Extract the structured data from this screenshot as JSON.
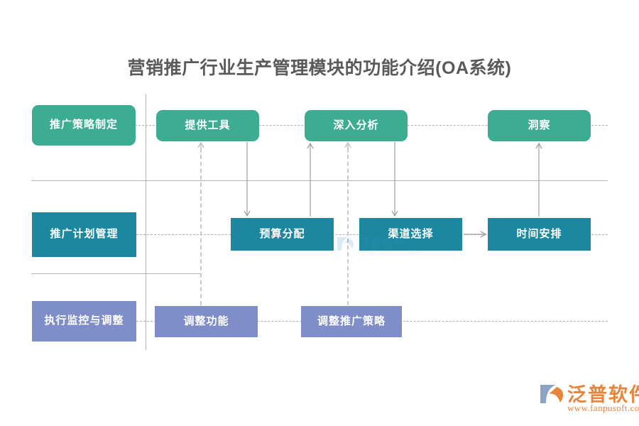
{
  "page": {
    "title": "营销推广行业生产管理模块的功能介绍(OA系统)",
    "background": "#ffffff"
  },
  "colors": {
    "row1": "#3cac93",
    "row2": "#1c88a0",
    "row3": "#7f8dc9",
    "title_text": "#5a5a5a",
    "guide_line": "#b3b3b3",
    "dashed_line": "#b0b0b0",
    "arrow": "#9e9e9e",
    "logo": "#e6853c"
  },
  "rows": [
    {
      "id": "row-1",
      "lead": "推广策略制定",
      "boxes": [
        {
          "label": "提供工具"
        },
        {
          "label": "深入分析"
        },
        {
          "label": "洞察"
        }
      ]
    },
    {
      "id": "row-2",
      "lead": "推广计划管理",
      "boxes": [
        {
          "label": "预算分配"
        },
        {
          "label": "渠道选择"
        },
        {
          "label": "时间安排"
        }
      ]
    },
    {
      "id": "row-3",
      "lead": "执行监控与调整",
      "boxes": [
        {
          "label": "调整功能"
        },
        {
          "label": "调整推广策略"
        }
      ]
    }
  ],
  "watermark": {
    "text": "泛普软件",
    "sub": "FANPU SOFTWARE"
  },
  "logo": {
    "name": "泛普软件",
    "url": "www.fanpusoft.com"
  },
  "chart_data": {
    "type": "diagram",
    "title": "营销推广行业生产管理模块的功能介绍(OA系统)",
    "nodes": [
      {
        "id": "n1",
        "label": "推广策略制定",
        "row": 1,
        "col": 0,
        "color": "#3cac93",
        "shape": "rounded-rect"
      },
      {
        "id": "n2",
        "label": "提供工具",
        "row": 1,
        "col": 1,
        "color": "#3cac93",
        "shape": "rounded-rect"
      },
      {
        "id": "n3",
        "label": "深入分析",
        "row": 1,
        "col": 2,
        "color": "#3cac93",
        "shape": "rounded-rect"
      },
      {
        "id": "n4",
        "label": "洞察",
        "row": 1,
        "col": 3,
        "color": "#3cac93",
        "shape": "rounded-rect"
      },
      {
        "id": "n5",
        "label": "推广计划管理",
        "row": 2,
        "col": 0,
        "color": "#1c88a0",
        "shape": "rect"
      },
      {
        "id": "n6",
        "label": "预算分配",
        "row": 2,
        "col": 1,
        "color": "#1c88a0",
        "shape": "rect"
      },
      {
        "id": "n7",
        "label": "渠道选择",
        "row": 2,
        "col": 2,
        "color": "#1c88a0",
        "shape": "rect"
      },
      {
        "id": "n8",
        "label": "时间安排",
        "row": 2,
        "col": 3,
        "color": "#1c88a0",
        "shape": "rect"
      },
      {
        "id": "n9",
        "label": "执行监控与调整",
        "row": 3,
        "col": 0,
        "color": "#7f8dc9",
        "shape": "rect"
      },
      {
        "id": "n10",
        "label": "调整功能",
        "row": 3,
        "col": 1,
        "color": "#7f8dc9",
        "shape": "rect"
      },
      {
        "id": "n11",
        "label": "调整推广策略",
        "row": 3,
        "col": 2,
        "color": "#7f8dc9",
        "shape": "rect"
      }
    ],
    "edges": [
      {
        "from": "n2",
        "to": "n6",
        "style": "solid",
        "direction": "down"
      },
      {
        "from": "n6",
        "to": "n3",
        "style": "solid",
        "direction": "up"
      },
      {
        "from": "n3",
        "to": "n7",
        "style": "solid",
        "direction": "down"
      },
      {
        "from": "n7",
        "to": "n8",
        "style": "solid",
        "direction": "right"
      },
      {
        "from": "n8",
        "to": "n4",
        "style": "solid",
        "direction": "up"
      },
      {
        "from": "n10",
        "to": "n2",
        "style": "dashed",
        "direction": "up"
      },
      {
        "from": "n11",
        "to": "n3",
        "style": "dashed",
        "direction": "up"
      }
    ]
  }
}
